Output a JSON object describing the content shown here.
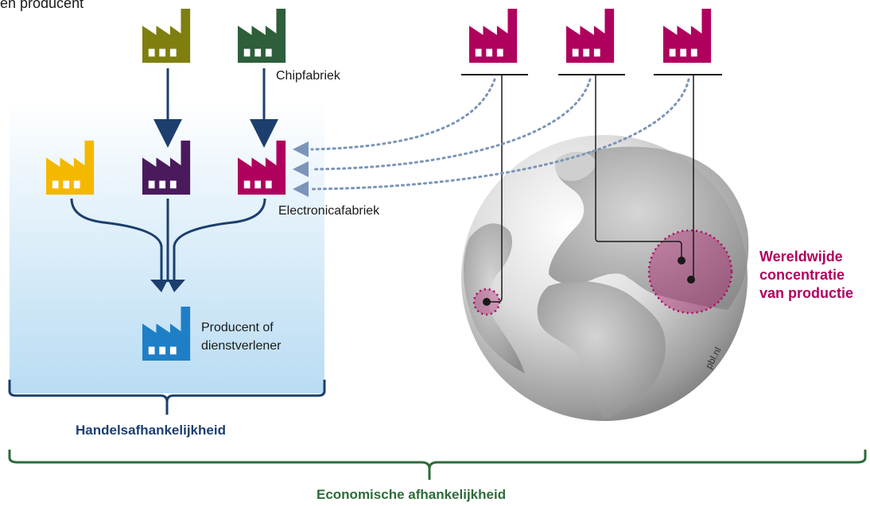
{
  "title_fragment": "en producent",
  "labels": {
    "chip_factory": "Chipfabriek",
    "electronics_factory": "Electronicafabriek",
    "producer_line1": "Producent of",
    "producer_line2": "dienstverlener",
    "trade_dependency": "Handelsafhankelijkheid",
    "economic_dependency": "Economische afhankelijkheid",
    "concentration_line1": "Wereldwijde",
    "concentration_line2": "concentratie",
    "concentration_line3": "van productie",
    "watermark": "pbl.nl"
  },
  "colors": {
    "olive_factory": "#7f7f10",
    "green_factory": "#2e5e3a",
    "yellow_factory": "#f5b800",
    "purple_factory": "#4a1a5c",
    "magenta_factory": "#b0005e",
    "blue_factory": "#1e7fc6",
    "navy_arrow": "#1c3f6e",
    "dotted_link": "#7a95b8",
    "trade_label": "#1c3f6e",
    "economic_label": "#2e6b3a",
    "concentration": "#b0005e"
  },
  "icons": [
    "factory-icon",
    "arrow-icon",
    "globe-icon"
  ]
}
